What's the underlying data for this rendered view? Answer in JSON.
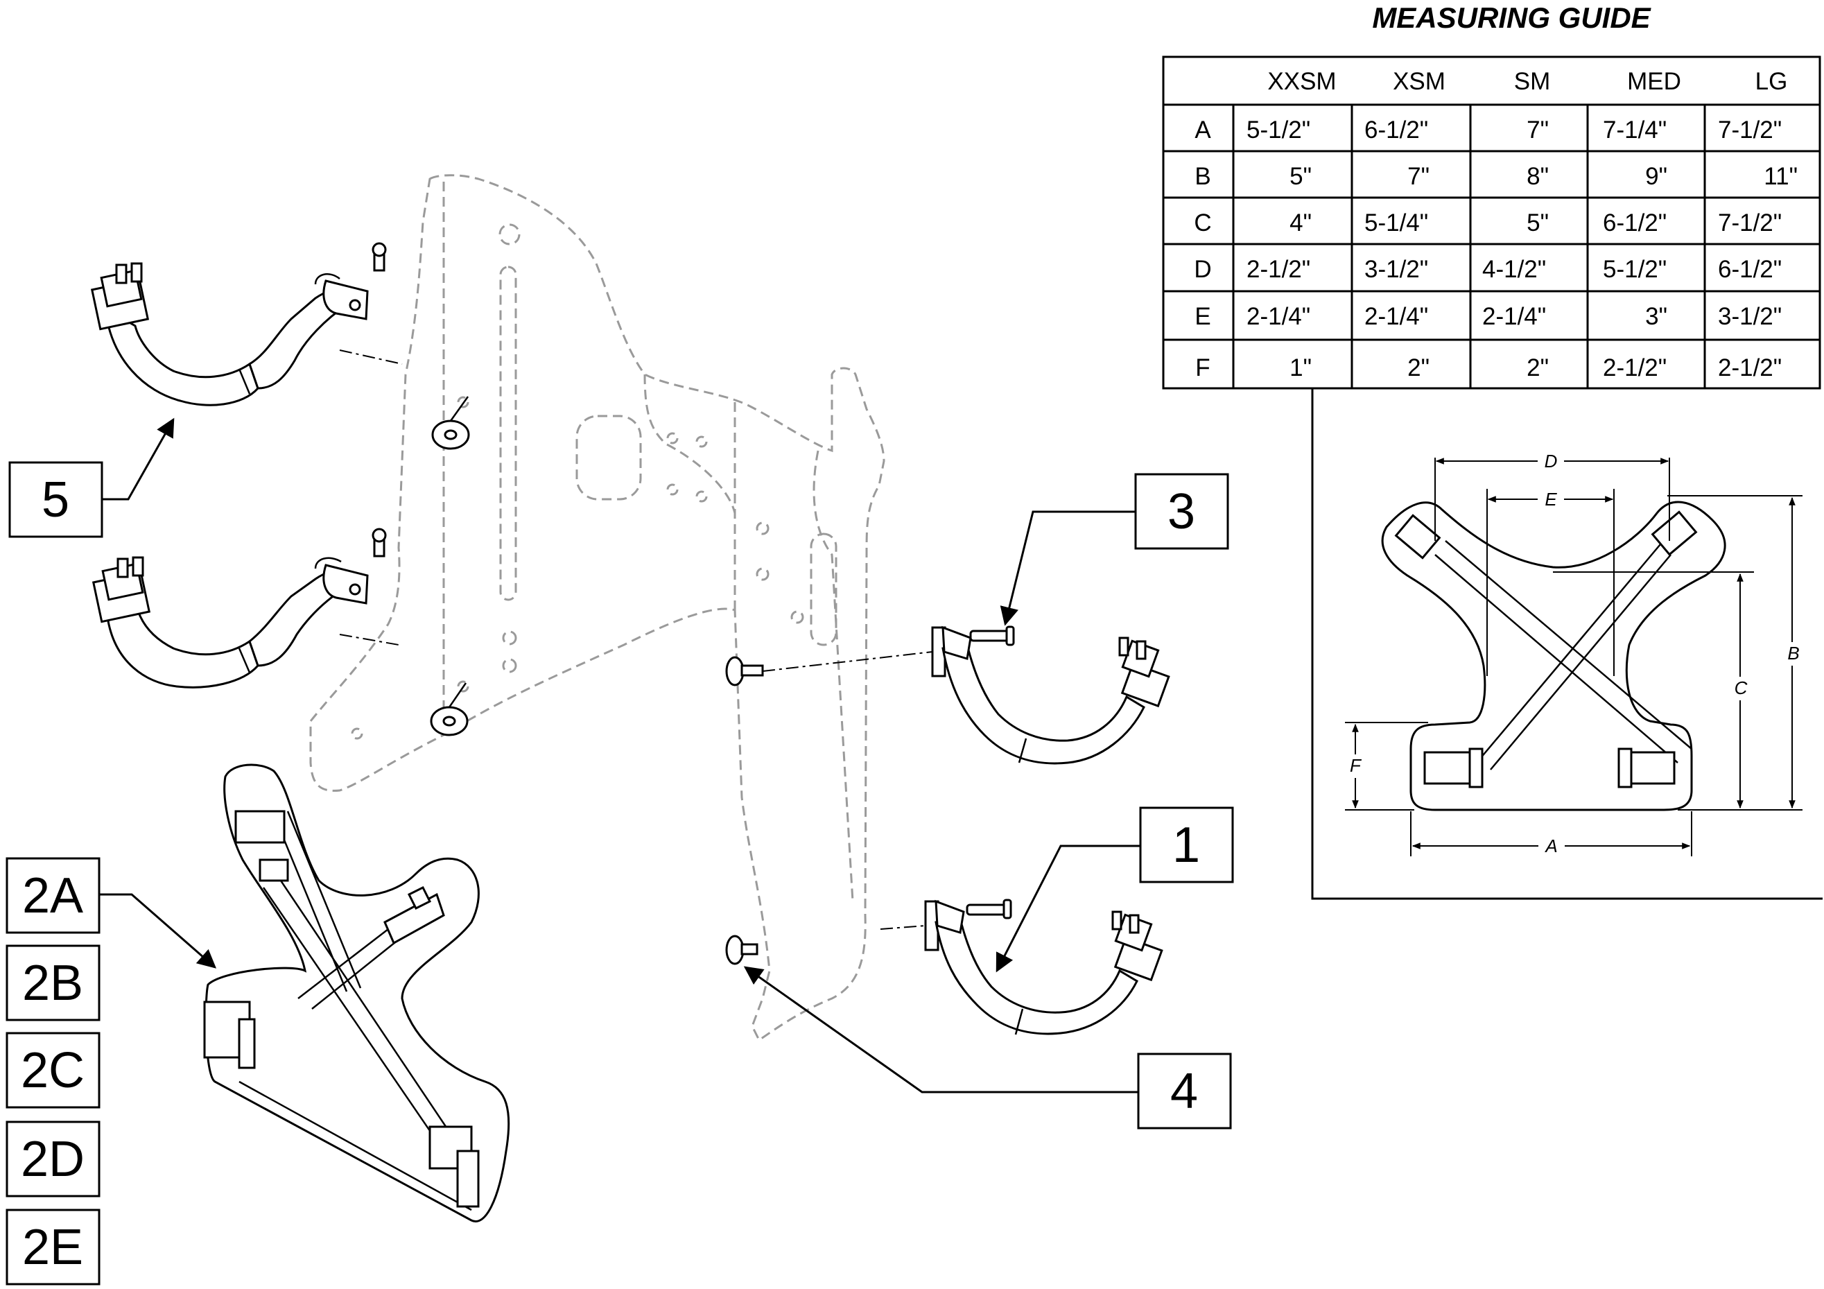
{
  "callouts": {
    "c5": "5",
    "c3": "3",
    "c1": "1",
    "c4": "4",
    "c2a": "2A",
    "c2b": "2B",
    "c2c": "2C",
    "c2d": "2D",
    "c2e": "2E"
  },
  "measuring_guide": {
    "title": "MEASURING GUIDE",
    "columns": [
      "XXSM",
      "XSM",
      "SM",
      "MED",
      "LG"
    ],
    "rows": [
      {
        "label": "A",
        "values": [
          "5-1/2\"",
          "6-1/2\"",
          "7\"",
          "7-1/4\"",
          "7-1/2\""
        ]
      },
      {
        "label": "B",
        "values": [
          "5\"",
          "7\"",
          "8\"",
          "9\"",
          "11\""
        ]
      },
      {
        "label": "C",
        "values": [
          "4\"",
          "5-1/4\"",
          "5\"",
          "6-1/2\"",
          "7-1/2\""
        ]
      },
      {
        "label": "D",
        "values": [
          "2-1/2\"",
          "3-1/2\"",
          "4-1/2\"",
          "5-1/2\"",
          "6-1/2\""
        ]
      },
      {
        "label": "E",
        "values": [
          "2-1/4\"",
          "2-1/4\"",
          "2-1/4\"",
          "3\"",
          "3-1/2\""
        ]
      },
      {
        "label": "F",
        "values": [
          "1\"",
          "2\"",
          "2\"",
          "2-1/2\"",
          "2-1/2\""
        ]
      }
    ],
    "dimension_labels": {
      "A": "A",
      "B": "B",
      "C": "C",
      "D": "D",
      "E": "E",
      "F": "F"
    }
  }
}
